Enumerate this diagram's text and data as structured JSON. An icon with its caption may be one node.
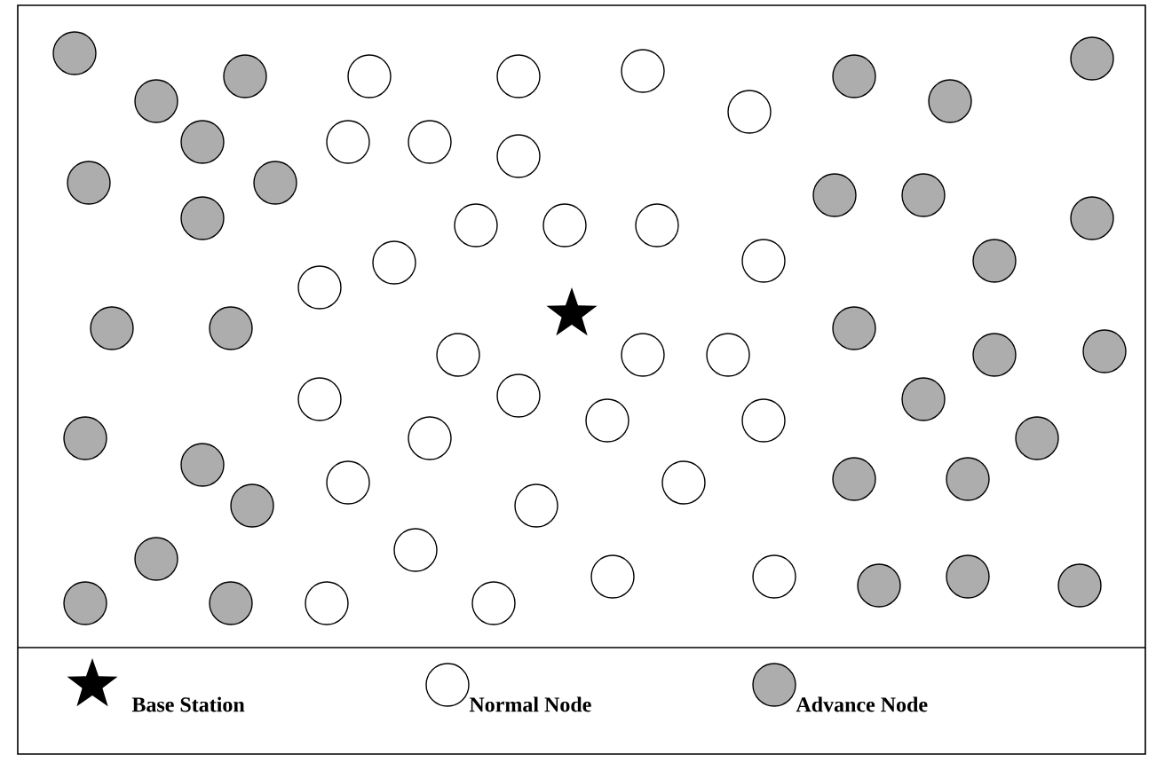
{
  "diagram": {
    "legend": [
      {
        "text": "Base Station"
      },
      {
        "text": "Normal Node"
      },
      {
        "text": "Advance Node"
      }
    ]
  }
}
